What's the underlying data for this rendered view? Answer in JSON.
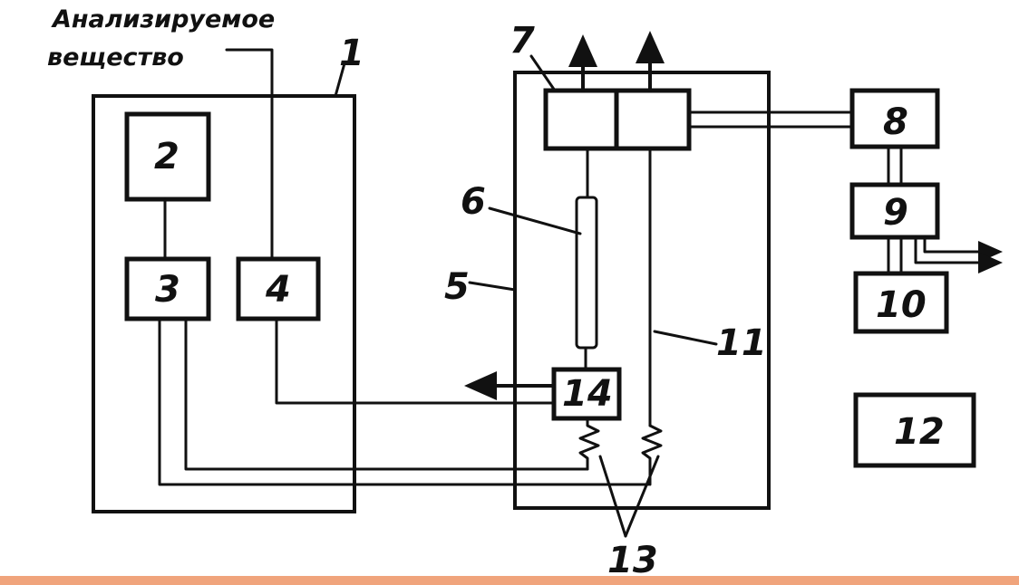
{
  "caption": {
    "line1": "Анализируемое",
    "line2": "вещество"
  },
  "labels": {
    "n1": "1",
    "n2": "2",
    "n3": "3",
    "n4": "4",
    "n5": "5",
    "n6": "6",
    "n7": "7",
    "n8": "8",
    "n9": "9",
    "n10": "10",
    "n11": "11",
    "n12": "12",
    "n13": "13",
    "n14": "14"
  },
  "colors": {
    "ink": "#111111",
    "bottom_bar": "#f0a47c"
  }
}
